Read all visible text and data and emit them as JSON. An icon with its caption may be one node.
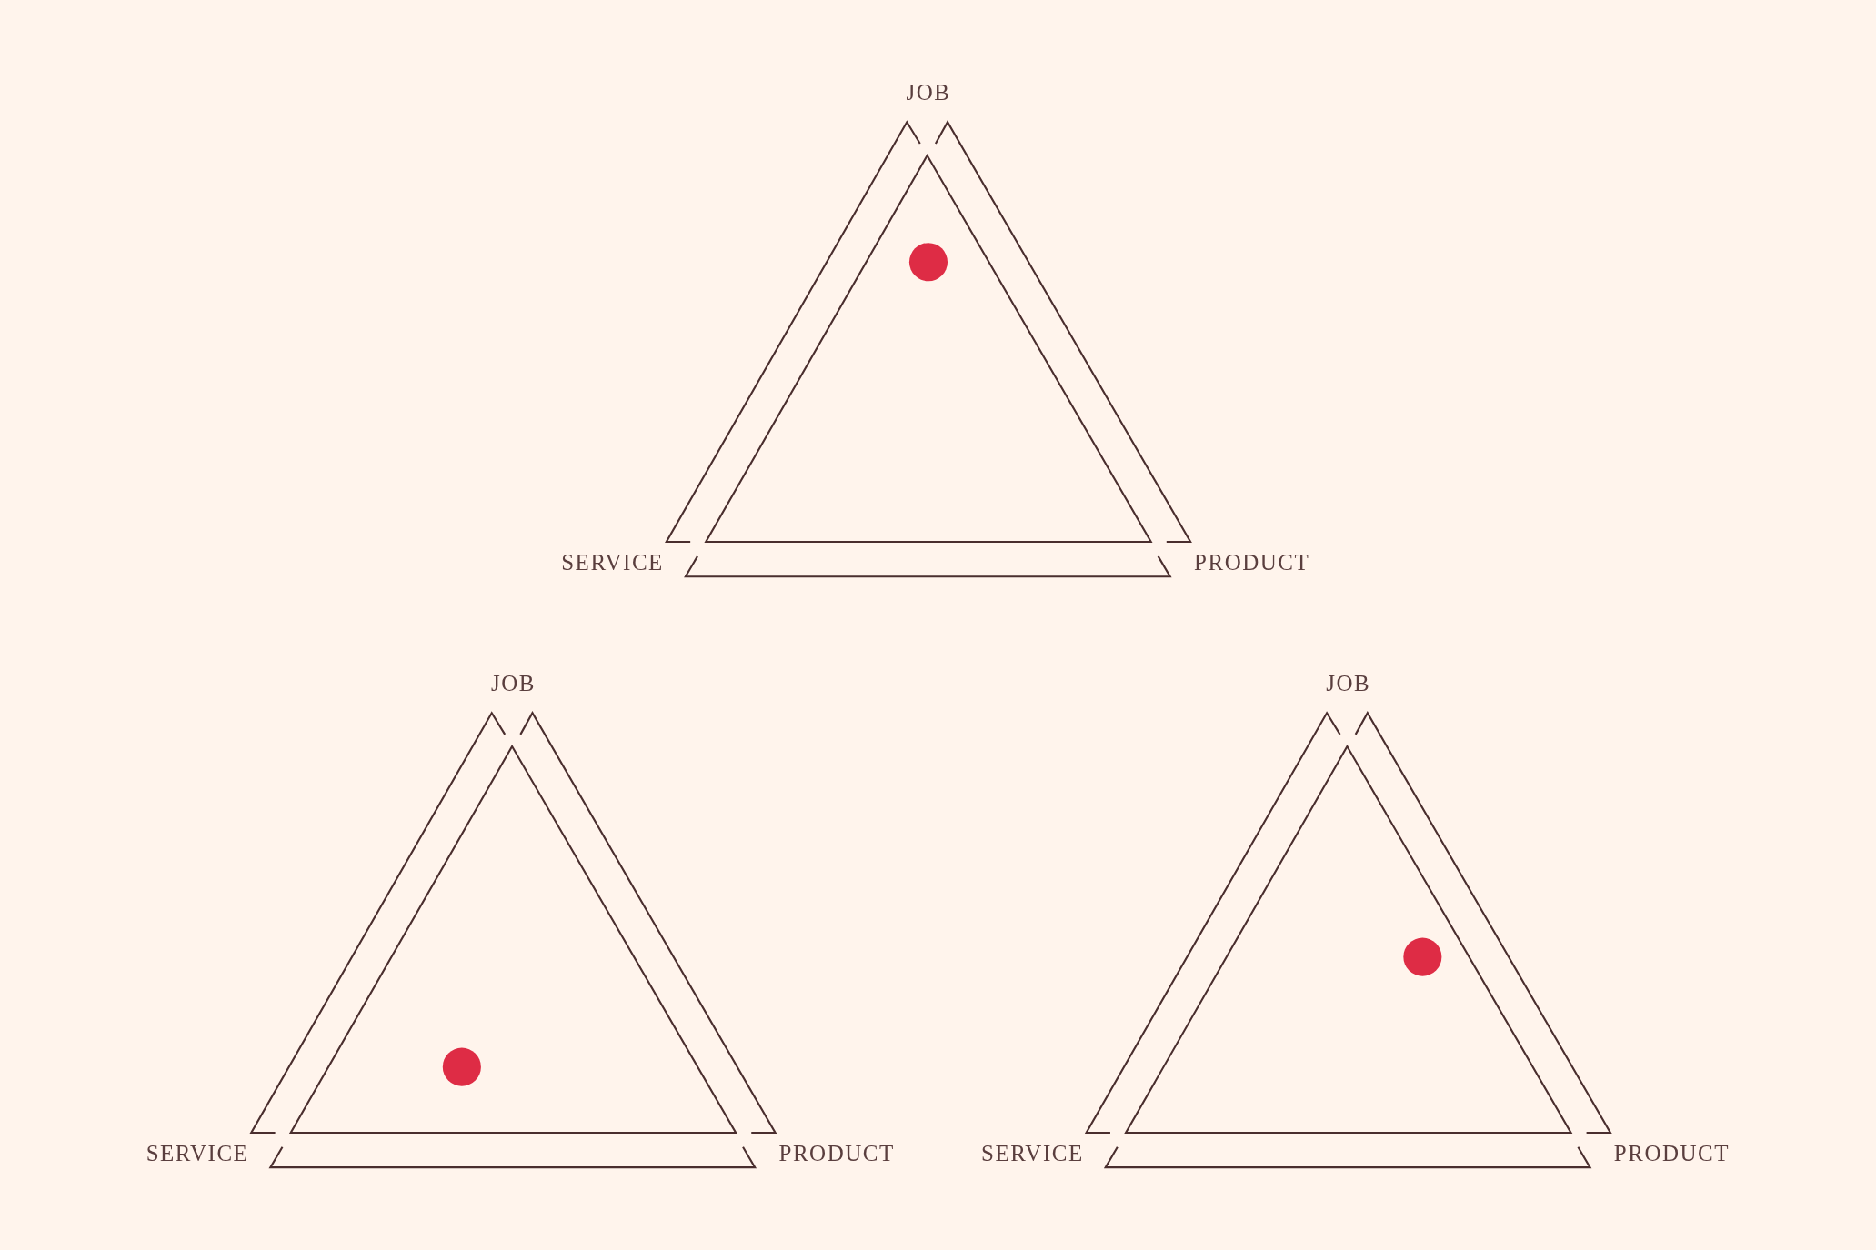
{
  "diagram": {
    "labels": [
      "JOB",
      "SERVICE",
      "PRODUCT",
      "JOB",
      "SERVICE",
      "PRODUCT",
      "JOB",
      "SERVICE",
      "PRODUCT"
    ]
  }
}
